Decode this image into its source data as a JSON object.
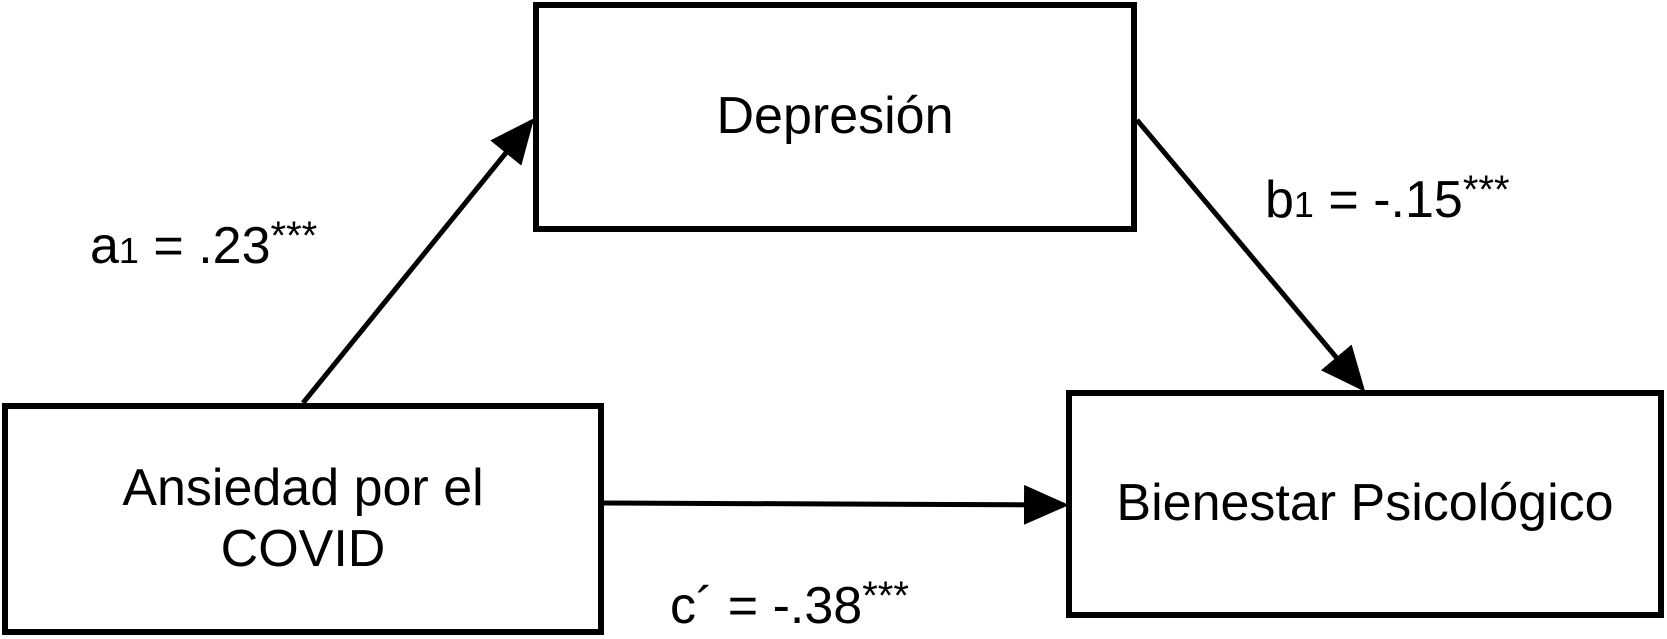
{
  "nodes": {
    "mediator": {
      "label": "Depresión"
    },
    "predictor": {
      "line1": "Ansiedad por el",
      "line2": "COVID"
    },
    "outcome": {
      "label": "Bienestar Psicológico"
    }
  },
  "paths": {
    "a": {
      "symbol": "a",
      "subscript": "1",
      "equals": " = ",
      "value": ".23",
      "significance": "***"
    },
    "b": {
      "symbol": "b",
      "subscript": "1",
      "equals": " = ",
      "value": "-.15",
      "significance": "***"
    },
    "c_prime": {
      "symbol": "c´",
      "subscript": "",
      "equals": " = ",
      "value": "-.38",
      "significance": "***"
    }
  },
  "colors": {
    "stroke": "#000000",
    "background": "#ffffff"
  }
}
